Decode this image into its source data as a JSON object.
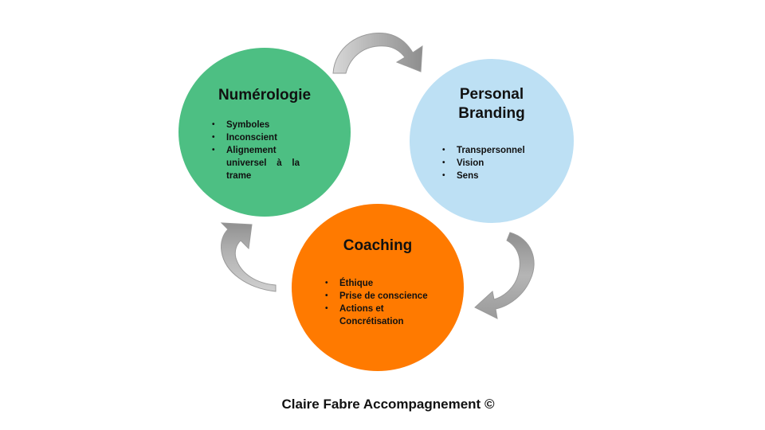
{
  "colors": {
    "numerologie": "#4dbf83",
    "personal_branding": "#bde0f4",
    "coaching": "#ff7a00",
    "arrow": "#a0a0a0"
  },
  "circles": {
    "numerologie": {
      "title": "Numérologie",
      "items": [
        "Symboles",
        "Inconscient",
        "Alignement universel à la trame"
      ]
    },
    "personal_branding": {
      "title_line1": "Personal",
      "title_line2": "Branding",
      "items": [
        "Transpersonnel",
        "Vision",
        "Sens"
      ]
    },
    "coaching": {
      "title": "Coaching",
      "items": [
        "Éthique",
        "Prise de conscience",
        "Actions et Concrétisation"
      ]
    }
  },
  "arrows": [
    "curved-arrow-icon",
    "curved-arrow-icon",
    "curved-arrow-icon"
  ],
  "footer": "Claire Fabre Accompagnement ©"
}
